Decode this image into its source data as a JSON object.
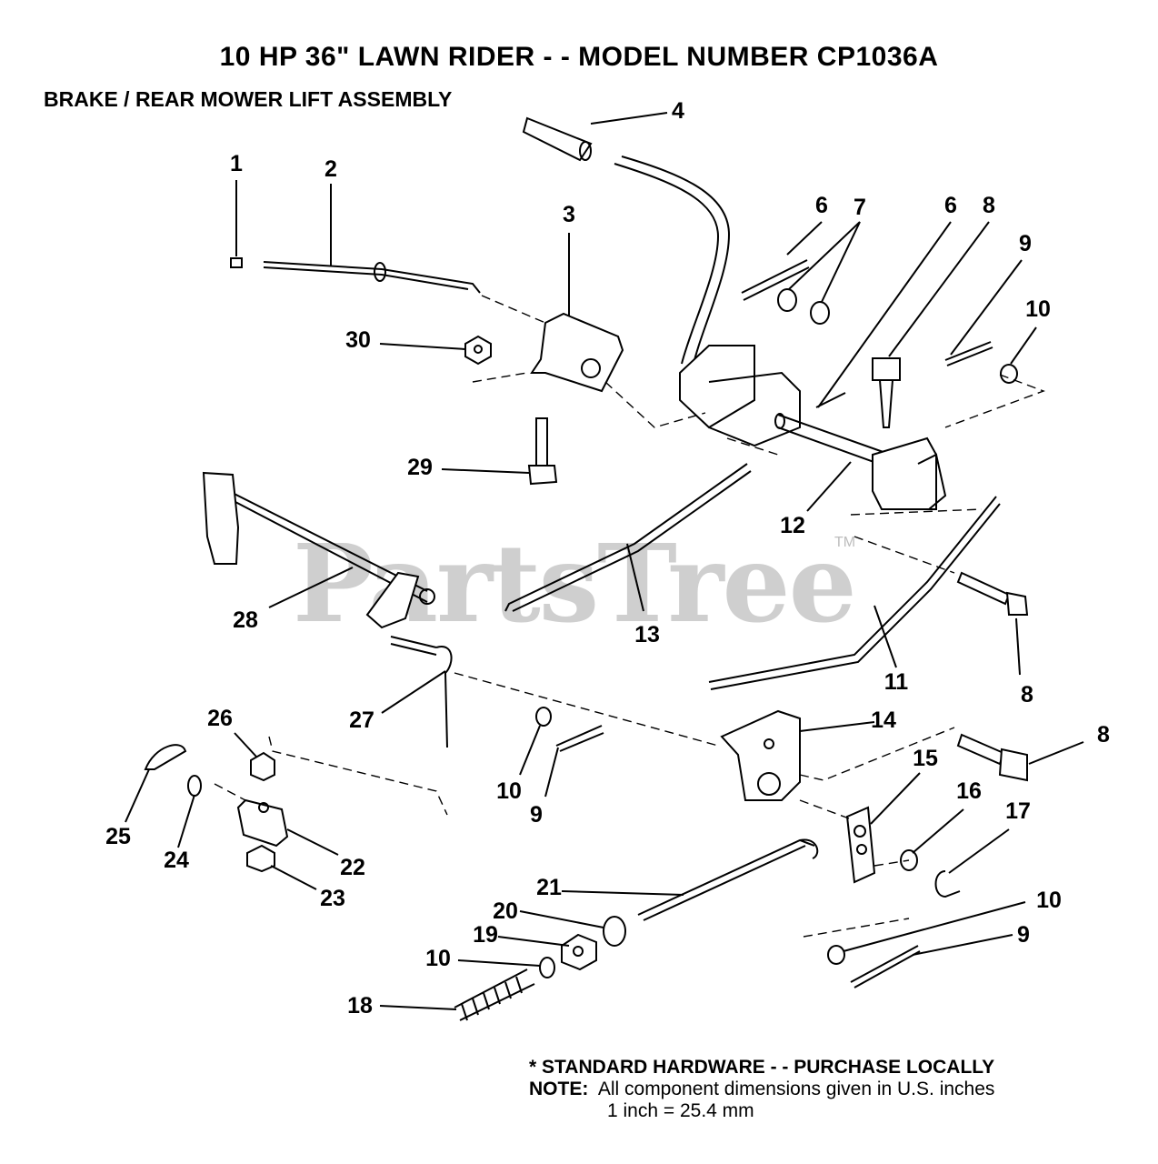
{
  "title": "10 HP 36\" LAWN RIDER - - MODEL NUMBER CP1036A",
  "subtitle": "BRAKE / REAR MOWER LIFT ASSEMBLY",
  "watermark": {
    "text": "PartsTree",
    "tm": "TM"
  },
  "notes": {
    "standard_hardware": "* STANDARD HARDWARE - - PURCHASE LOCALLY",
    "note_label": "NOTE:",
    "note_text": "  All component dimensions given in U.S. inches",
    "conversion": "1 inch = 25.4 mm"
  },
  "callouts": [
    "1",
    "2",
    "3",
    "4",
    "6",
    "7",
    "6",
    "8",
    "9",
    "10",
    "30",
    "29",
    "12",
    "28",
    "13",
    "8",
    "11",
    "27",
    "26",
    "10",
    "9",
    "14",
    "8",
    "15",
    "16",
    "17",
    "25",
    "24",
    "22",
    "23",
    "21",
    "10",
    "20",
    "19",
    "9",
    "10",
    "18"
  ],
  "colors": {
    "ink": "#000000",
    "watermark": "#cfcfcf"
  }
}
